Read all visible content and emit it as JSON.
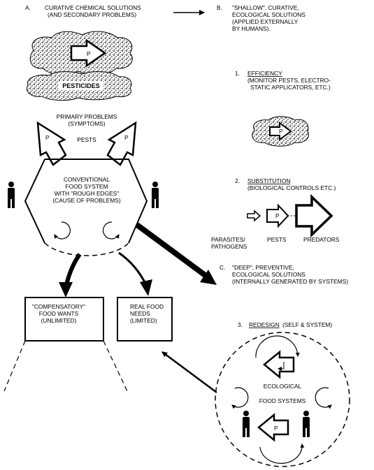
{
  "section_a": {
    "letter": "A.",
    "title_line1": "CURATIVE CHEMICAL SOLUTIONS",
    "title_line2": "(AND SECONDARY PROBLEMS)",
    "cloud_badge": "P",
    "pesticides_label": "PESTICIDES"
  },
  "section_b": {
    "letter": "B.",
    "title_lines": [
      "\"SHALLOW\", CURATIVE,",
      "ECOLOGICAL SOLUTIONS",
      "(APPLIED EXTERNALLY",
      "BY HUMANS)."
    ],
    "item1": {
      "number": "1.",
      "title": "EFFICIENCY",
      "desc_line1": "(MONITOR PESTS, ELECTRO-",
      "desc_line2": "STATIC APPLICATORS, ETC.)",
      "badge": "P"
    },
    "item2": {
      "number": "2.",
      "title": "SUBSTITUTION",
      "desc": "(BIOLOGICAL CONTROLS ETC.)",
      "badge": "P",
      "label_parasites_line1": "PARASITES/",
      "label_parasites_line2": "PATHOGENS",
      "label_pests": "PESTS",
      "label_predators": "PREDATORS"
    }
  },
  "section_c": {
    "letter": "C.",
    "title_lines": [
      "\"DEEP\", PREVENTIVE,",
      "ECOLOGICAL SOLUTIONS",
      "(INTERNALLY GENERATED BY SYSTEMS)"
    ],
    "item3": {
      "number": "3.",
      "title": "REDESIGN",
      "desc": "(SELF & SYSTEM)",
      "circle_line1": "ECOLOGICAL",
      "circle_line2": "FOOD SYSTEMS",
      "badge": "P"
    }
  },
  "center": {
    "primary_line1": "PRIMARY PROBLEMS",
    "primary_line2": "(SYMPTOMS)",
    "pests": "PESTS",
    "badge_left": "P",
    "badge_right": "P",
    "hex_lines": [
      "CONVENTIONAL",
      "FOOD SYSTEM",
      "WITH \"ROUGH EDGES\"",
      "(CAUSE OF PROBLEMS)"
    ]
  },
  "boxes": {
    "wants_lines": [
      "\"COMPENSATORY\"",
      "FOOD WANTS",
      "(UNLIMITED)"
    ],
    "needs_lines": [
      "REAL FOOD",
      "NEEDS",
      "(LIMITED)"
    ]
  }
}
